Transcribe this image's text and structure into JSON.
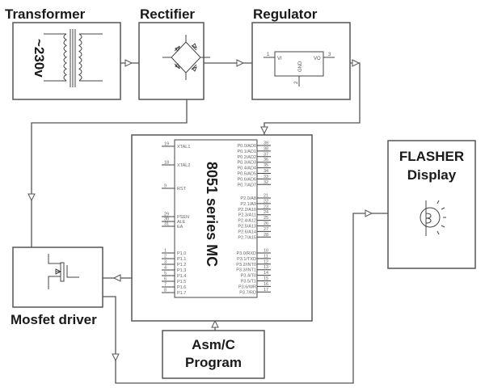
{
  "blocks": {
    "transformer": {
      "title": "Transformer",
      "voltage_label": "~230v"
    },
    "rectifier": {
      "title": "Rectifier"
    },
    "regulator": {
      "title": "Regulator",
      "pins": {
        "vi": "VI",
        "vo": "VO",
        "gnd": "GND",
        "pin1": "1",
        "pin2": "2",
        "pin3": "3"
      }
    },
    "microcontroller": {
      "title": "8051 series MC",
      "left_pins": [
        {
          "num": "19",
          "name": "XTAL1"
        },
        {
          "num": "18",
          "name": "XTAL2"
        },
        {
          "num": "9",
          "name": "RST"
        },
        {
          "num": "29",
          "name": "PSEN"
        },
        {
          "num": "30",
          "name": "ALE"
        },
        {
          "num": "31",
          "name": "EA"
        },
        {
          "num": "1",
          "name": "P1.0"
        },
        {
          "num": "2",
          "name": "P1.1"
        },
        {
          "num": "3",
          "name": "P1.2"
        },
        {
          "num": "4",
          "name": "P1.3"
        },
        {
          "num": "5",
          "name": "P1.4"
        },
        {
          "num": "6",
          "name": "P1.5"
        },
        {
          "num": "7",
          "name": "P1.6"
        },
        {
          "num": "8",
          "name": "P1.7"
        }
      ],
      "right_pins": [
        {
          "num": "39",
          "name": "P0.0/AD0"
        },
        {
          "num": "38",
          "name": "P0.1/AD1"
        },
        {
          "num": "37",
          "name": "P0.2/AD2"
        },
        {
          "num": "36",
          "name": "P0.3/AD3"
        },
        {
          "num": "35",
          "name": "P0.4/AD4"
        },
        {
          "num": "34",
          "name": "P0.5/AD5"
        },
        {
          "num": "33",
          "name": "P0.6/AD6"
        },
        {
          "num": "32",
          "name": "P0.7/AD7"
        },
        {
          "num": "21",
          "name": "P2.0/A8"
        },
        {
          "num": "22",
          "name": "P2.1/A9"
        },
        {
          "num": "23",
          "name": "P2.2/A10"
        },
        {
          "num": "24",
          "name": "P2.3/A11"
        },
        {
          "num": "25",
          "name": "P2.4/A12"
        },
        {
          "num": "26",
          "name": "P2.5/A13"
        },
        {
          "num": "27",
          "name": "P2.6/A14"
        },
        {
          "num": "28",
          "name": "P2.7/A15"
        },
        {
          "num": "10",
          "name": "P3.0/RXD"
        },
        {
          "num": "11",
          "name": "P3.1/TXD"
        },
        {
          "num": "12",
          "name": "P3.2/INT0"
        },
        {
          "num": "13",
          "name": "P3.3/INT1"
        },
        {
          "num": "14",
          "name": "P3.4/T0"
        },
        {
          "num": "15",
          "name": "P3.5/T1"
        },
        {
          "num": "16",
          "name": "P3.6/WR"
        },
        {
          "num": "17",
          "name": "P3.7/RD"
        }
      ]
    },
    "flasher": {
      "title_line1": "FLASHER",
      "title_line2": "Display"
    },
    "mosfet": {
      "title": "Mosfet driver"
    },
    "program": {
      "title_line1": "Asm/C",
      "title_line2": "Program"
    }
  }
}
